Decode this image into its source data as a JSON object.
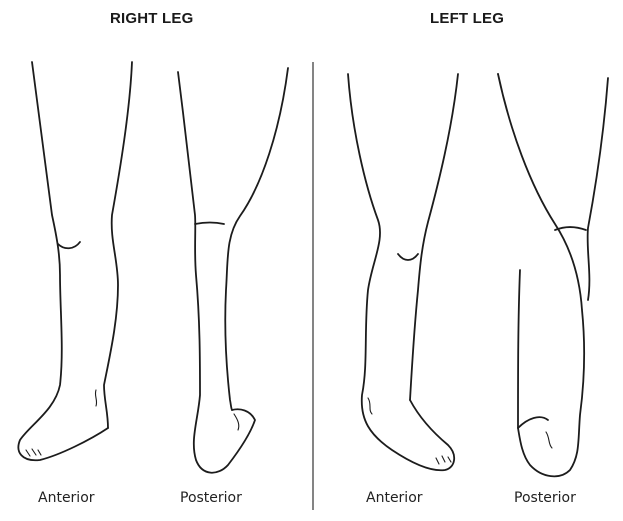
{
  "headings": {
    "right": "RIGHT LEG",
    "left": "LEFT LEG"
  },
  "captions": {
    "right_anterior": "Anterior",
    "right_posterior": "Posterior",
    "left_anterior": "Anterior",
    "left_posterior": "Posterior"
  }
}
